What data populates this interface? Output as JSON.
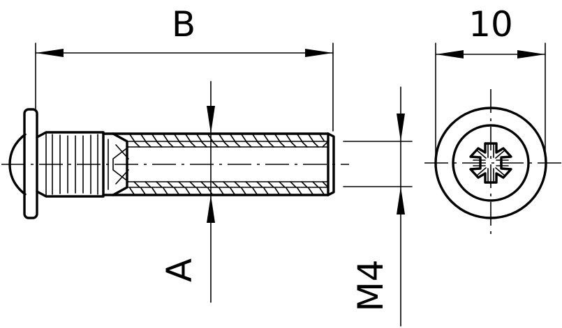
{
  "labels": {
    "length": "B",
    "head_diameter": "10",
    "sleeve_diameter": "A",
    "thread": "M4"
  },
  "colors": {
    "line": "#000000",
    "background": "#ffffff"
  }
}
